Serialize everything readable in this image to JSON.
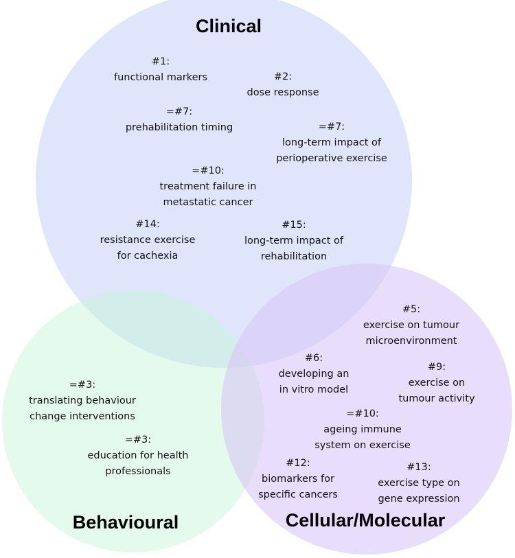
{
  "sets": [
    {
      "id": "clinical",
      "title": "Clinical",
      "color": "#c9d4f8"
    },
    {
      "id": "behavioural",
      "title": "Behavioural",
      "color": "#c8f6d9"
    },
    {
      "id": "cellular",
      "title": "Cellular/Molecular",
      "color": "#d9c6f7"
    }
  ],
  "items": [
    {
      "set": "clinical",
      "rank": "#1:",
      "lines": [
        "functional markers"
      ]
    },
    {
      "set": "clinical",
      "rank": "#2:",
      "lines": [
        "dose response"
      ]
    },
    {
      "set": "clinical",
      "rank": "=#7:",
      "lines": [
        "prehabilitation timing"
      ]
    },
    {
      "set": "clinical",
      "rank": "=#7:",
      "lines": [
        "long-term impact of",
        "perioperative exercise"
      ]
    },
    {
      "set": "clinical",
      "rank": "=#10:",
      "lines": [
        "treatment failure in",
        "metastatic cancer"
      ]
    },
    {
      "set": "clinical",
      "rank": "#14:",
      "lines": [
        "resistance exercise",
        "for cachexia"
      ]
    },
    {
      "set": "clinical",
      "rank": "#15:",
      "lines": [
        "long-term impact of",
        "rehabilitation"
      ]
    },
    {
      "set": "cellular",
      "rank": "#5:",
      "lines": [
        "exercise on tumour",
        "microenvironment"
      ]
    },
    {
      "set": "cellular",
      "rank": "#6:",
      "lines": [
        "developing an",
        "in vitro model"
      ]
    },
    {
      "set": "cellular",
      "rank": "#9:",
      "lines": [
        "exercise on",
        "tumour activity"
      ]
    },
    {
      "set": "cellular",
      "rank": "=#10:",
      "lines": [
        "ageing immune",
        "system on exercise"
      ]
    },
    {
      "set": "cellular",
      "rank": "#12:",
      "lines": [
        "biomarkers for",
        "specific cancers"
      ]
    },
    {
      "set": "cellular",
      "rank": "#13:",
      "lines": [
        "exercise type on",
        "gene expression"
      ]
    },
    {
      "set": "behavioural",
      "rank": "=#3:",
      "lines": [
        "translating behaviour",
        "change interventions"
      ]
    },
    {
      "set": "behavioural",
      "rank": "=#3:",
      "lines": [
        "education for health",
        "professionals"
      ]
    }
  ]
}
